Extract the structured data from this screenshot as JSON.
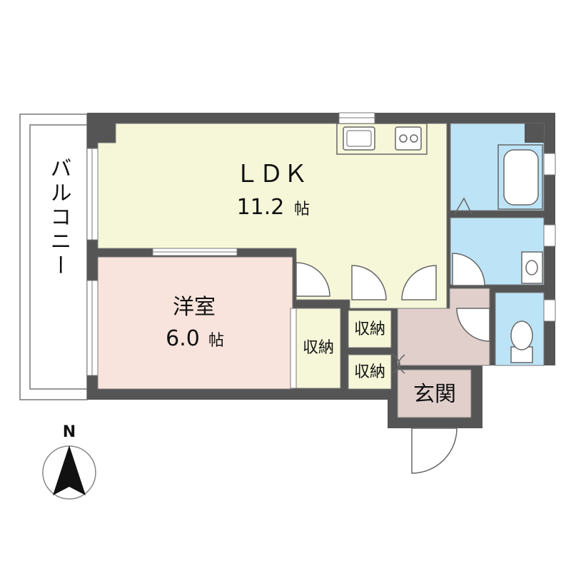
{
  "rooms": {
    "ldk": {
      "name": "ＬＤＫ",
      "area": "11.2",
      "unit": "帖"
    },
    "western": {
      "name": "洋室",
      "area": "6.0",
      "unit": "帖"
    },
    "storage_western": {
      "name": "収納"
    },
    "storage_hall_upper": {
      "name": "収納"
    },
    "storage_hall_lower": {
      "name": "収納"
    },
    "entrance": {
      "name": "玄関"
    },
    "balcony": {
      "name": "バルコニー"
    }
  },
  "compass": {
    "label": "N"
  },
  "colors": {
    "ldk": "#f6f7d9",
    "western": "#f8e4dc",
    "storage": "#f6f7d9",
    "wet": "#bde3f6",
    "hall": "#e0cfcb",
    "wall": "#555555",
    "outline": "#777777"
  }
}
